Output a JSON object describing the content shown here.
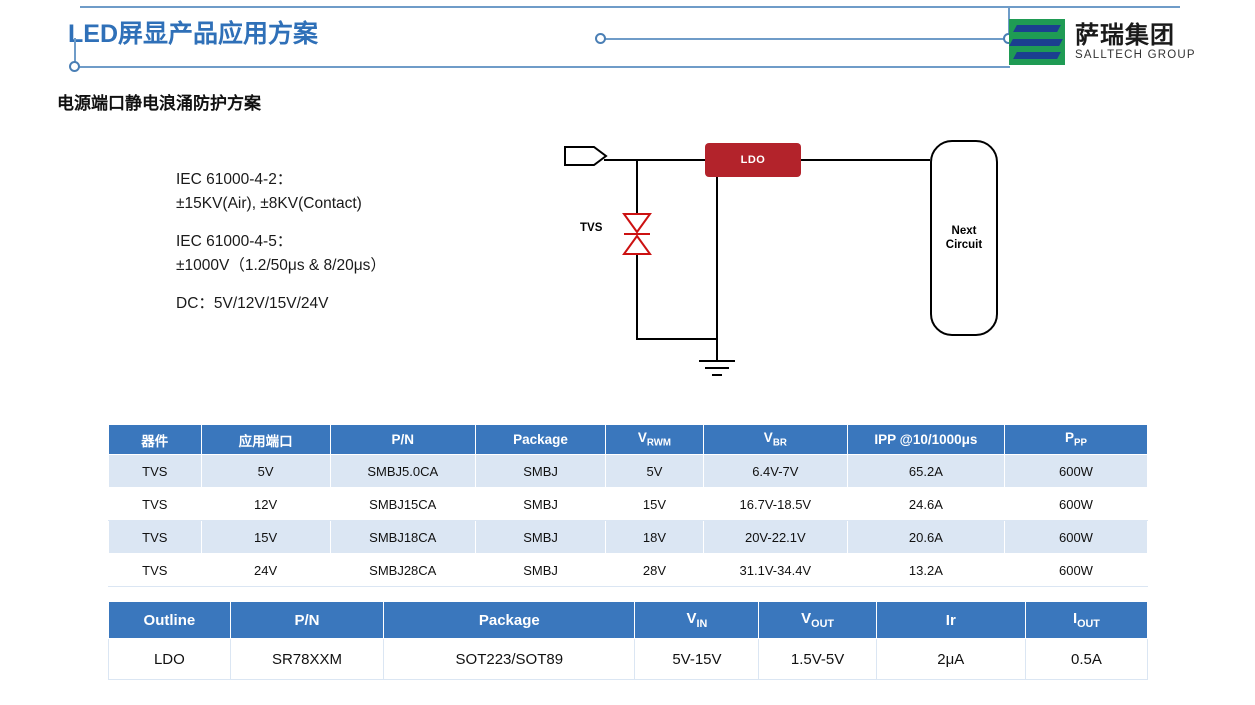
{
  "header": {
    "title": "LED屏显产品应用方案",
    "logo_cn": "萨瑞集团",
    "logo_en": "SALLTECH GROUP"
  },
  "subtitle": "电源端口静电浪涌防护方案",
  "spec": {
    "line1": "IEC 61000-4-2：",
    "line2": "±15KV(Air), ±8KV(Contact)",
    "line3": "IEC 61000-4-5：",
    "line4": "±1000V（1.2/50μs & 8/20μs）",
    "line5": "DC：5V/12V/15V/24V"
  },
  "schematic": {
    "ldo_label": "LDO",
    "tvs_label": "TVS",
    "next_circuit_line1": "Next",
    "next_circuit_line2": "Circuit"
  },
  "table1": {
    "headers": [
      "器件",
      "应用端口",
      "P/N",
      "Package",
      "VRWM",
      "VBR",
      "IPP @10/1000μs",
      "PPP"
    ],
    "header_parts": [
      {
        "main": "器件",
        "sub": ""
      },
      {
        "main": "应用端口",
        "sub": ""
      },
      {
        "main": "P/N",
        "sub": ""
      },
      {
        "main": "Package",
        "sub": ""
      },
      {
        "main": "V",
        "sub": "RWM"
      },
      {
        "main": "V",
        "sub": "BR"
      },
      {
        "main": "IPP @10/1000μs",
        "sub": ""
      },
      {
        "main": "P",
        "sub": "PP"
      }
    ],
    "rows": [
      [
        "TVS",
        "5V",
        "SMBJ5.0CA",
        "SMBJ",
        "5V",
        "6.4V-7V",
        "65.2A",
        "600W"
      ],
      [
        "TVS",
        "12V",
        "SMBJ15CA",
        "SMBJ",
        "15V",
        "16.7V-18.5V",
        "24.6A",
        "600W"
      ],
      [
        "TVS",
        "15V",
        "SMBJ18CA",
        "SMBJ",
        "18V",
        "20V-22.1V",
        "20.6A",
        "600W"
      ],
      [
        "TVS",
        "24V",
        "SMBJ28CA",
        "SMBJ",
        "28V",
        "31.1V-34.4V",
        "13.2A",
        "600W"
      ]
    ]
  },
  "table2": {
    "header_parts": [
      {
        "main": "Outline",
        "sub": ""
      },
      {
        "main": "P/N",
        "sub": ""
      },
      {
        "main": "Package",
        "sub": ""
      },
      {
        "main": "V",
        "sub": "IN"
      },
      {
        "main": "V",
        "sub": "OUT"
      },
      {
        "main": "Ir",
        "sub": ""
      },
      {
        "main": "I",
        "sub": "OUT"
      }
    ],
    "rows": [
      [
        "LDO",
        "SR78XXM",
        "SOT223/SOT89",
        "5V-15V",
        "1.5V-5V",
        "2μA",
        "0.5A"
      ]
    ]
  },
  "colors": {
    "accent_blue": "#3a77bd",
    "title_blue": "#2f70b8",
    "ldo_red": "#b3232b",
    "row_alt": "#dbe6f3"
  }
}
